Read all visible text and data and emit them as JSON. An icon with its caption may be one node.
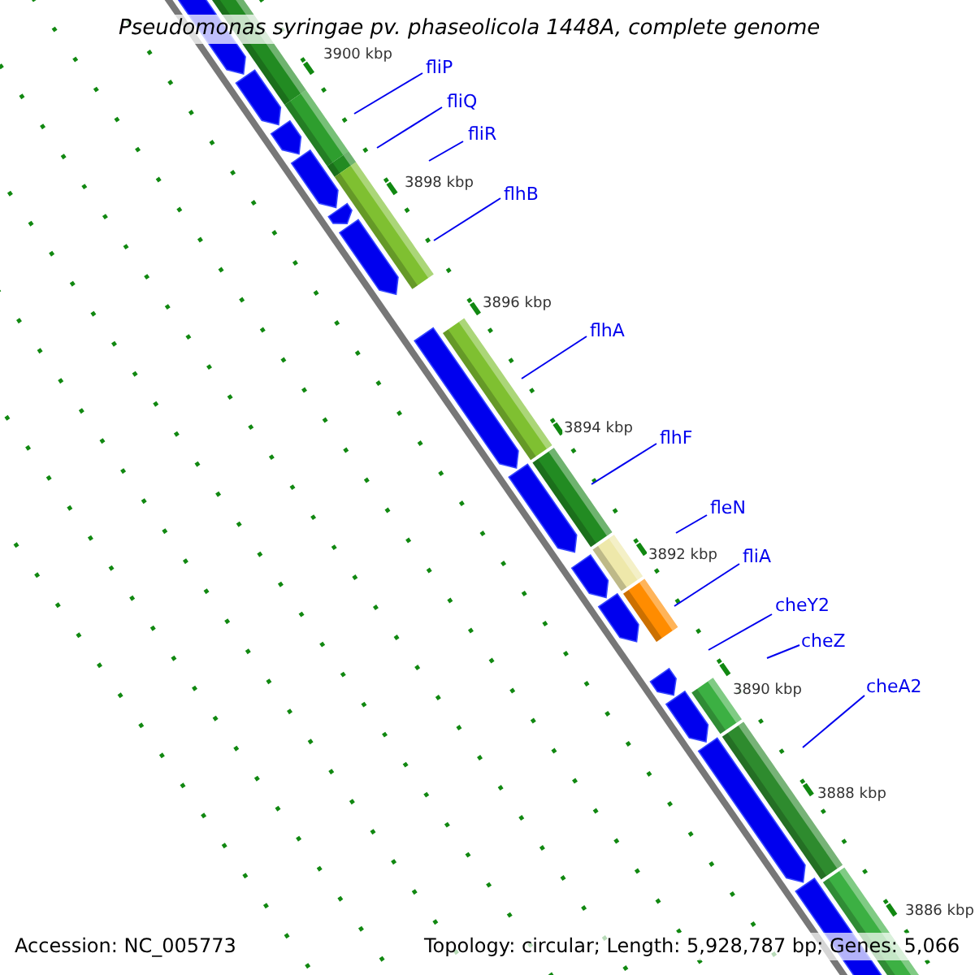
{
  "diagram": {
    "title": "Pseudomonas syringae pv. phaseolicola 1448A, complete genome",
    "nodes": [
      {
        "text": [
          "fliP"
        ]
      },
      {
        "text": [
          "fliQ"
        ]
      },
      {
        "text": [
          "fliR"
        ]
      },
      {
        "text": [
          "flhB"
        ]
      },
      {
        "text": [
          "flhA"
        ]
      },
      {
        "text": [
          "flhF"
        ]
      },
      {
        "text": [
          "fleN"
        ]
      },
      {
        "text": [
          "fliA"
        ]
      },
      {
        "text": [
          "cheY2"
        ]
      },
      {
        "text": [
          "cheZ"
        ]
      },
      {
        "text": [
          "cheA2"
        ]
      }
    ],
    "edges": [
      {
        "from": 0,
        "to": null,
        "arrow": "none"
      },
      {
        "from": 1,
        "to": null,
        "arrow": "none"
      },
      {
        "from": 2,
        "to": null,
        "arrow": "none"
      },
      {
        "from": 3,
        "to": null,
        "arrow": "none"
      },
      {
        "from": 4,
        "to": null,
        "arrow": "none"
      },
      {
        "from": 5,
        "to": null,
        "arrow": "none"
      },
      {
        "from": 6,
        "to": null,
        "arrow": "none"
      },
      {
        "from": 7,
        "to": null,
        "arrow": "none"
      },
      {
        "from": 8,
        "to": null,
        "arrow": "none"
      },
      {
        "from": 9,
        "to": null,
        "arrow": "none"
      },
      {
        "from": 10,
        "to": null,
        "arrow": "none"
      }
    ],
    "labels": [
      "3900 kbp",
      "3898 kbp",
      "3896 kbp",
      "3894 kbp",
      "3892 kbp",
      "3890 kbp",
      "3888 kbp",
      "3886 kbp",
      "Accession: NC_005773",
      "Topology: circular; Length: 5,928,787 bp; Genes: 5,066"
    ]
  }
}
